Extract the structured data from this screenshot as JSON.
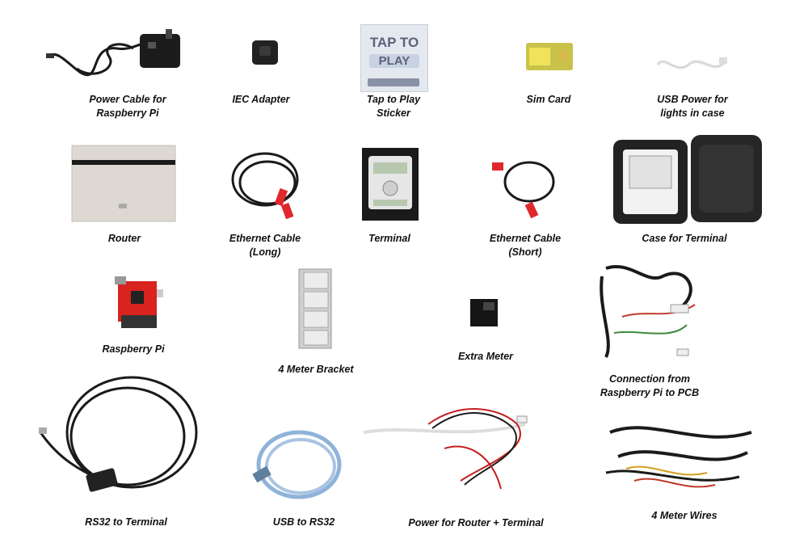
{
  "items": {
    "power_cable_pi": {
      "line1": "Power Cable for",
      "line2": "Raspberry Pi"
    },
    "iec_adapter": {
      "line1": "IEC Adapter"
    },
    "tap_to_play": {
      "line1": "Tap to Play",
      "line2": "Sticker",
      "sticker_text1": "TAP TO",
      "sticker_text2": "PLAY"
    },
    "sim_card": {
      "line1": "Sim Card"
    },
    "usb_power": {
      "line1": "USB Power for",
      "line2": "lights in case"
    },
    "router": {
      "line1": "Router"
    },
    "ethernet_long": {
      "line1": "Ethernet Cable",
      "line2": "(Long)"
    },
    "terminal": {
      "line1": "Terminal"
    },
    "ethernet_short": {
      "line1": "Ethernet Cable",
      "line2": "(Short)"
    },
    "case_terminal": {
      "line1": "Case for Terminal"
    },
    "raspberry_pi": {
      "line1": "Raspberry Pi"
    },
    "meter_bracket": {
      "line1": "4 Meter Bracket"
    },
    "extra_meter": {
      "line1": "Extra Meter"
    },
    "connection_pi_pcb": {
      "line1": "Connection from",
      "line2": "Raspberry Pi to PCB"
    },
    "rs32_terminal": {
      "line1": "RS32 to Terminal"
    },
    "usb_rs32": {
      "line1": "USB to RS32"
    },
    "power_router_terminal": {
      "line1": "Power for Router + Terminal"
    },
    "meter_wires": {
      "line1": "4 Meter Wires"
    }
  },
  "colors": {
    "cable_black": "#1a1a1a",
    "ethernet_red": "#e0282c",
    "pcb_red": "#d8231f",
    "usb_blue": "#8fb3d9",
    "router_gray": "#ddd9d2"
  }
}
